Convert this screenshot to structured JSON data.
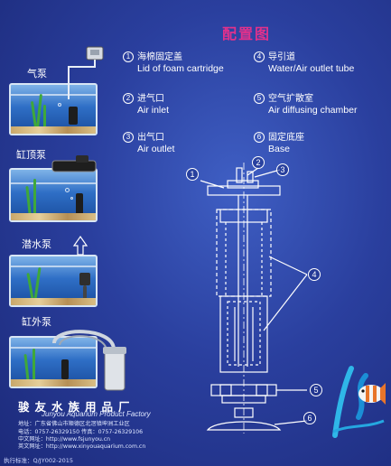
{
  "title": "配置图",
  "pumps": [
    {
      "label": "气泵"
    },
    {
      "label": "缸顶泵"
    },
    {
      "label": "潜水泵"
    },
    {
      "label": "缸外泵"
    }
  ],
  "legend": [
    {
      "num": "1",
      "cn": "海棉固定盖",
      "en": "Lid of foam cartridge"
    },
    {
      "num": "2",
      "cn": "进气口",
      "en": "Air inlet"
    },
    {
      "num": "3",
      "cn": "出气口",
      "en": "Air outlet"
    },
    {
      "num": "4",
      "cn": "导引道",
      "en": "Water/Air outlet tube"
    },
    {
      "num": "5",
      "cn": "空气扩散室",
      "en": "Air diffusing chamber"
    },
    {
      "num": "6",
      "cn": "固定底座",
      "en": "Base"
    }
  ],
  "diagram_callouts": [
    "1",
    "2",
    "3",
    "4",
    "4",
    "5",
    "6"
  ],
  "footer": {
    "factory_cn": "骏友水族用品厂",
    "factory_en": "Junyou Aquarium Product Factory",
    "address": "地址：广东省佛山市顺德区北滘镇坤洲工业区",
    "phone": "电话：0757-26329150    传真：0757-26329106",
    "site_cn": "中文网址：http://www.fsjunyou.cn",
    "site_en": "英文网址：http://www.xinyouaquarium.com.cn",
    "standard": "执行标准：Q/JY002-2015"
  },
  "colors": {
    "title": "#e0318c",
    "background": "#2a3f9e",
    "line": "#ffffff"
  }
}
